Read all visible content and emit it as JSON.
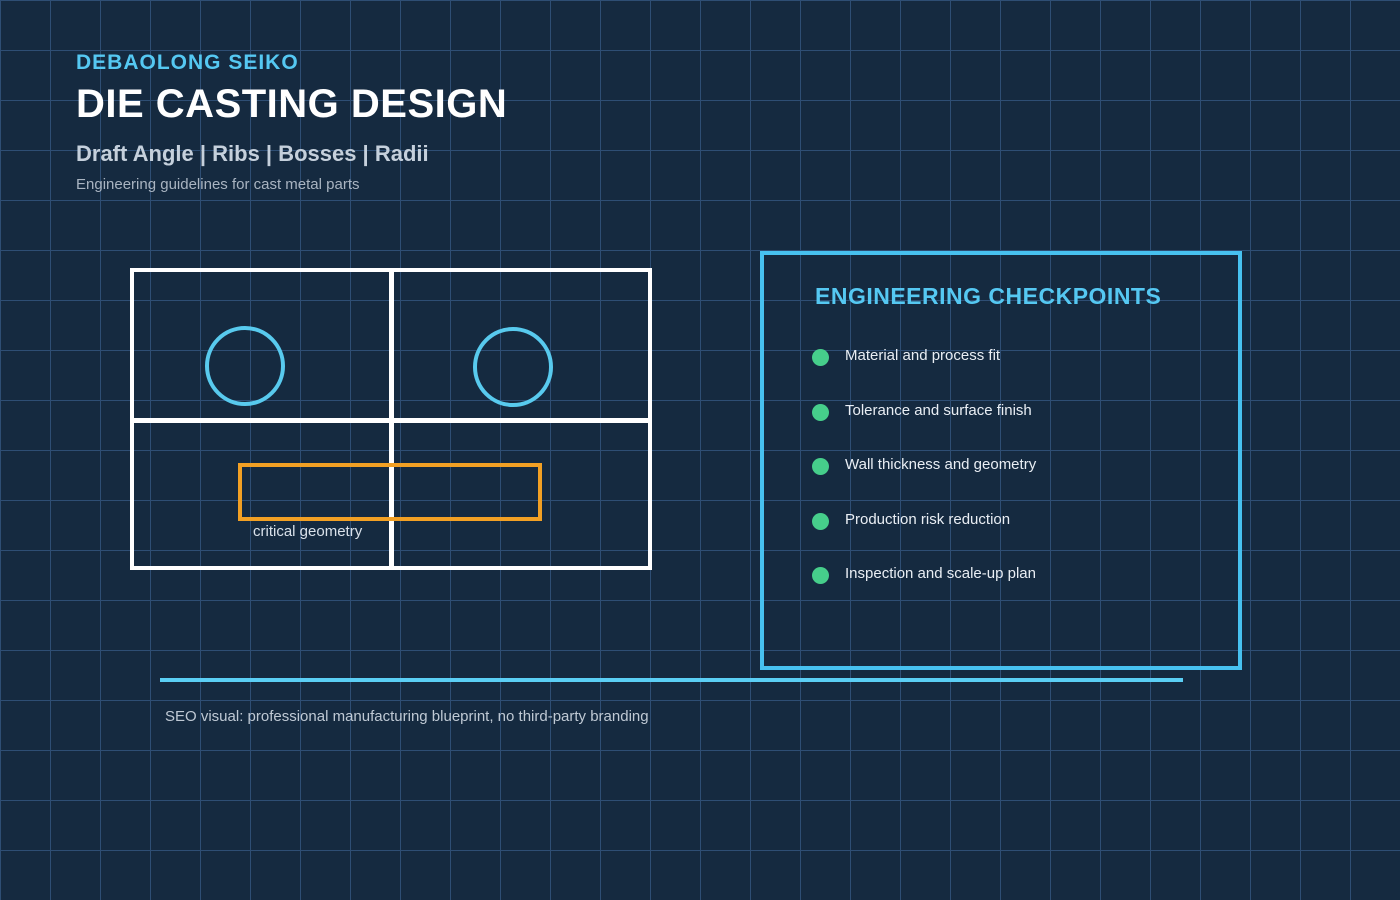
{
  "header": {
    "brand": "DEBAOLONG SEIKO",
    "title": "DIE CASTING DESIGN",
    "subtitle": "Draft Angle | Ribs | Bosses | Radii",
    "tagline": "Engineering guidelines for cast metal parts"
  },
  "blueprint": {
    "callout_label": "critical geometry",
    "colors": {
      "outline": "#FFFFFF",
      "bore_circle": "#58CAEE",
      "critical_zone": "#F2A024"
    }
  },
  "checkpoints": {
    "title": "ENGINEERING CHECKPOINTS",
    "items": [
      "Material and process fit",
      "Tolerance and surface finish",
      "Wall thickness and geometry",
      "Production risk reduction",
      "Inspection and scale-up plan"
    ]
  },
  "footer": {
    "note": "SEO visual: professional manufacturing blueprint, no third-party branding"
  },
  "colors": {
    "background": "#152A40",
    "grid_line": "#2E4E74",
    "accent_blue": "#55C8F2",
    "panel_border": "#47C1F0",
    "divider_line": "#5BCFF5",
    "bullet_green": "#46CE8B"
  }
}
